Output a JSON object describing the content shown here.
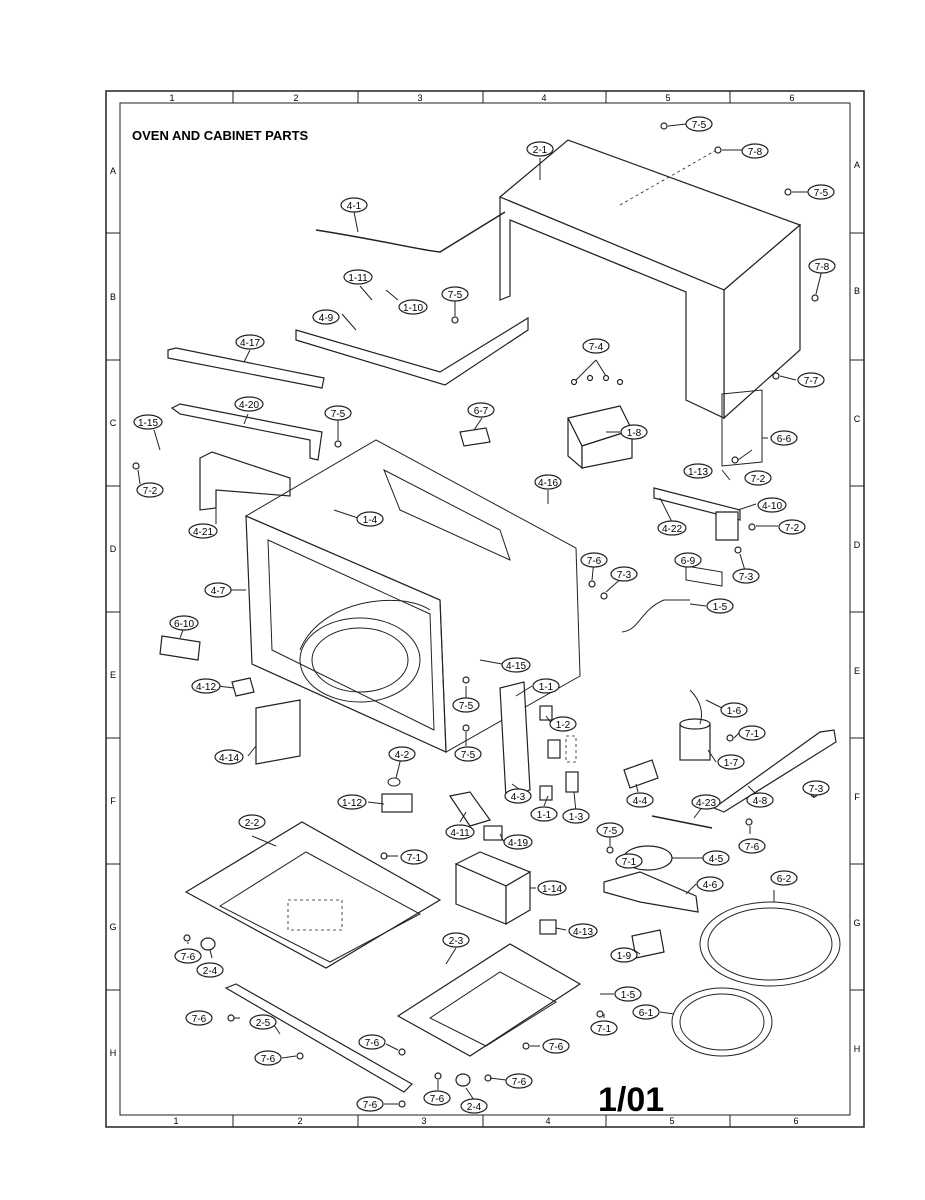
{
  "diagram": {
    "title": "OVEN AND CABINET PARTS",
    "page_number": "1/01",
    "column_labels": [
      "1",
      "2",
      "3",
      "4",
      "5",
      "6"
    ],
    "row_labels": [
      "A",
      "B",
      "C",
      "D",
      "E",
      "F",
      "G",
      "H"
    ]
  },
  "callouts": {
    "c1": {
      "label": "7-5"
    },
    "c2": {
      "label": "2-1"
    },
    "c3": {
      "label": "7-8"
    },
    "c4": {
      "label": "7-5"
    },
    "c5": {
      "label": "4-1"
    },
    "c6": {
      "label": "7-8"
    },
    "c7": {
      "label": "1-11"
    },
    "c8": {
      "label": "1-10"
    },
    "c9": {
      "label": "7-5"
    },
    "c10": {
      "label": "4-9"
    },
    "c11": {
      "label": "4-17"
    },
    "c12": {
      "label": "7-4"
    },
    "c13": {
      "label": "7-7"
    },
    "c14": {
      "label": "4-20"
    },
    "c15": {
      "label": "7-5"
    },
    "c16": {
      "label": "6-7"
    },
    "c17": {
      "label": "1-8"
    },
    "c18": {
      "label": "6-6"
    },
    "c19": {
      "label": "1-15"
    },
    "c20": {
      "label": "7-2"
    },
    "c21": {
      "label": "4-16"
    },
    "c22": {
      "label": "1-13"
    },
    "c23": {
      "label": "7-2"
    },
    "c24": {
      "label": "4-10"
    },
    "c25": {
      "label": "1-4"
    },
    "c26": {
      "label": "4-21"
    },
    "c27": {
      "label": "4-22"
    },
    "c28": {
      "label": "7-2"
    },
    "c29": {
      "label": "7-6"
    },
    "c30": {
      "label": "6-9"
    },
    "c31": {
      "label": "7-3"
    },
    "c32": {
      "label": "7-3"
    },
    "c33": {
      "label": "4-7"
    },
    "c34": {
      "label": "1-5"
    },
    "c35": {
      "label": "6-10"
    },
    "c36": {
      "label": "4-15"
    },
    "c37": {
      "label": "4-12"
    },
    "c38": {
      "label": "7-5"
    },
    "c39": {
      "label": "1-1"
    },
    "c40": {
      "label": "1-6"
    },
    "c41": {
      "label": "1-2"
    },
    "c42": {
      "label": "7-1"
    },
    "c43": {
      "label": "4-14"
    },
    "c44": {
      "label": "4-2"
    },
    "c45": {
      "label": "7-5"
    },
    "c46": {
      "label": "1-7"
    },
    "c47": {
      "label": "4-3"
    },
    "c48": {
      "label": "4-4"
    },
    "c49": {
      "label": "4-8"
    },
    "c50": {
      "label": "7-3"
    },
    "c51": {
      "label": "1-12"
    },
    "c52": {
      "label": "1-1"
    },
    "c53": {
      "label": "1-3"
    },
    "c54": {
      "label": "4-23"
    },
    "c55": {
      "label": "2-2"
    },
    "c56": {
      "label": "4-11"
    },
    "c57": {
      "label": "7-5"
    },
    "c58": {
      "label": "7-6"
    },
    "c59": {
      "label": "4-19"
    },
    "c60": {
      "label": "7-1"
    },
    "c61": {
      "label": "7-1"
    },
    "c62": {
      "label": "4-5"
    },
    "c63": {
      "label": "1-14"
    },
    "c64": {
      "label": "4-6"
    },
    "c65": {
      "label": "6-2"
    },
    "c66": {
      "label": "4-13"
    },
    "c67": {
      "label": "2-3"
    },
    "c68": {
      "label": "7-6"
    },
    "c69": {
      "label": "2-4"
    },
    "c70": {
      "label": "1-9"
    },
    "c71": {
      "label": "1-5"
    },
    "c72": {
      "label": "7-6"
    },
    "c73": {
      "label": "2-5"
    },
    "c74": {
      "label": "7-1"
    },
    "c75": {
      "label": "6-1"
    },
    "c76": {
      "label": "7-6"
    },
    "c77": {
      "label": "7-6"
    },
    "c78": {
      "label": "7-6"
    },
    "c79": {
      "label": "7-6"
    },
    "c80": {
      "label": "7-6"
    },
    "c81": {
      "label": "2-4"
    },
    "c82": {
      "label": "7-6"
    }
  }
}
